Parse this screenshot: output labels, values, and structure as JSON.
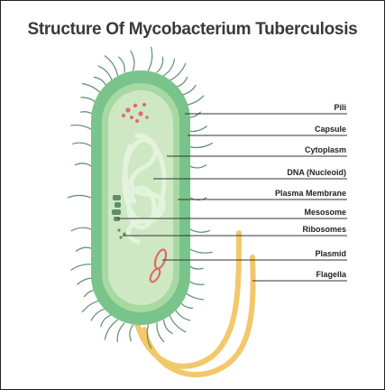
{
  "title": "Structure Of Mycobacterium Tuberculosis",
  "labels": [
    "Pili",
    "Capsule",
    "Cytoplasm",
    "DNA (Nucleoid)",
    "Plasma Membrane",
    "Mesosome",
    "Ribosomes",
    "Plasmid",
    "Flagella"
  ],
  "colors": {
    "capsule": "#79c48a",
    "membrane": "#a9d9a3",
    "cytoplasm": "#cfe8c4",
    "nucleoid": "#e4f3dc",
    "flagella": "#f3c86a",
    "ribosome": "#e26a6a",
    "pili": "#5c8f6a",
    "leader": "#333333"
  }
}
